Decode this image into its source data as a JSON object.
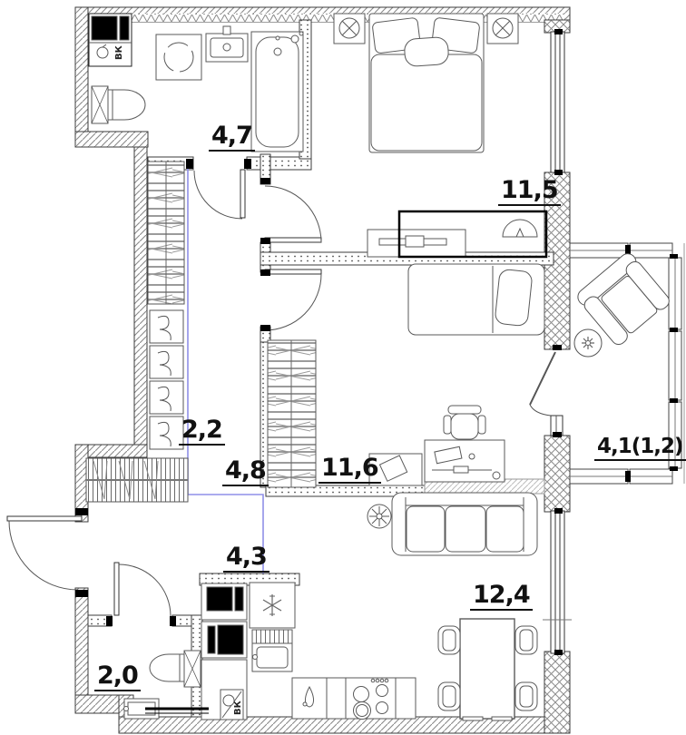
{
  "plan": {
    "rooms": {
      "bathroom": {
        "label": "4,7"
      },
      "bedroom": {
        "label": "11,5"
      },
      "closet": {
        "label": "2,2"
      },
      "corridor": {
        "label": "4,8"
      },
      "room2": {
        "label": "11,6"
      },
      "balcony": {
        "label": "4,1(1,2)"
      },
      "hall": {
        "label": "4,3"
      },
      "wc": {
        "label": "2,0"
      },
      "kitchen_living": {
        "label": "12,4"
      }
    },
    "risers": {
      "label": "ВК"
    },
    "colors": {
      "wall_line": "#3b3b3b",
      "hatch": "#8a8a8a",
      "zone_line": "#8f8fe8",
      "label": "#111111"
    }
  }
}
